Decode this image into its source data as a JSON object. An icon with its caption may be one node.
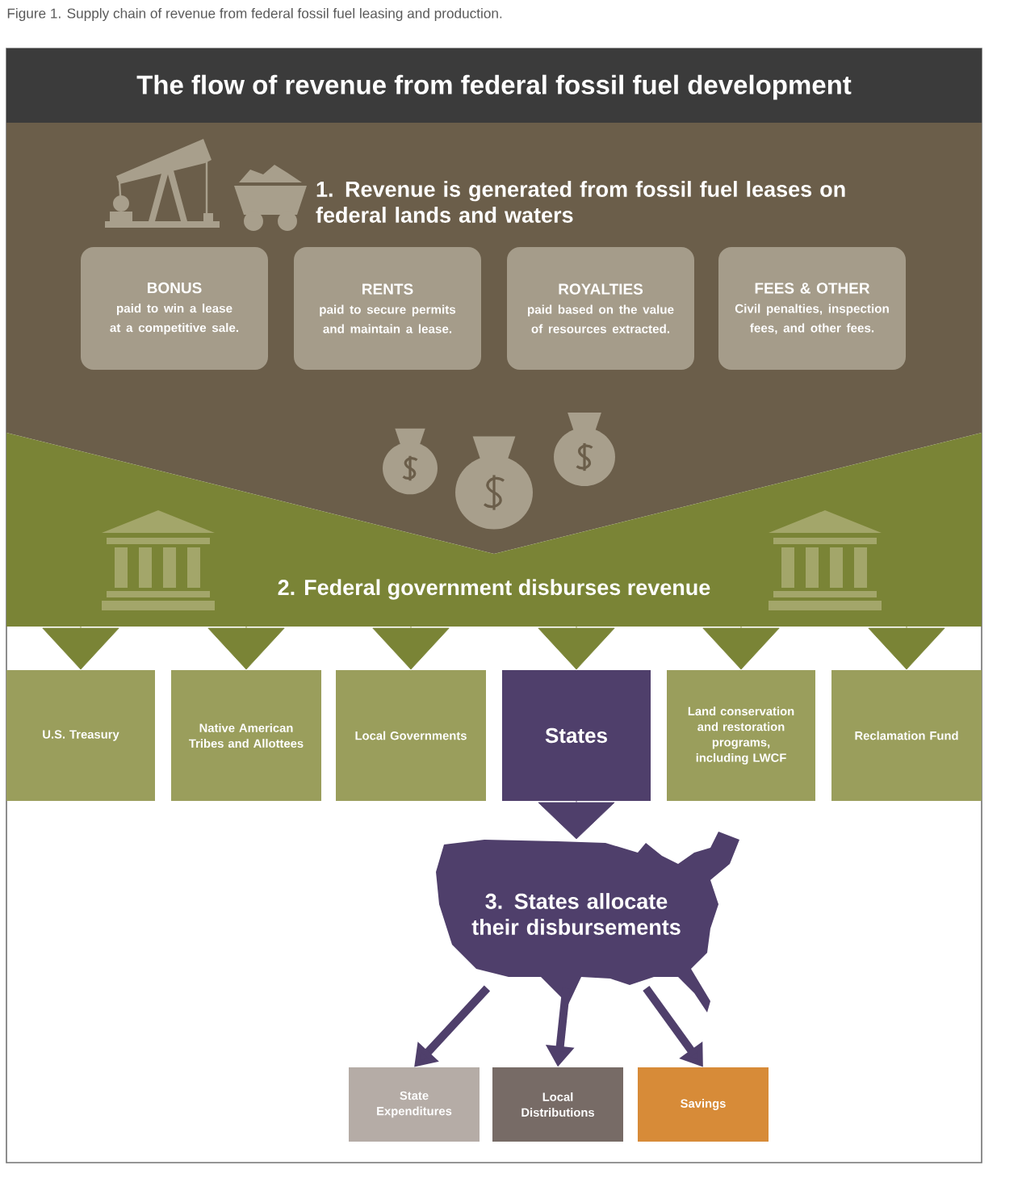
{
  "diagram": {
    "title": "The flow of revenue from federal fossil fuel development",
    "caption": "Figure 1. Supply chain of revenue from federal fossil fuel leasing and production.",
    "nodes": [
      {
        "text": [
          "1. Revenue is generated from fossil fuel leases on federal lands and waters"
        ]
      },
      {
        "text": [
          "BONUS",
          "paid to win a lease at a competitive sale."
        ],
        "in": 0
      },
      {
        "text": [
          "RENTS",
          "paid to secure permits and maintain a lease."
        ],
        "in": 0
      },
      {
        "text": [
          "ROYALTIES",
          "paid based on the value of resources extracted."
        ],
        "in": 0
      },
      {
        "text": [
          "FEES & OTHER",
          "Civil penalties, inspection fees, and other fees."
        ],
        "in": 0
      },
      {
        "text": [
          "2. Federal government disburses revenue"
        ]
      },
      {
        "text": [
          "U.S. Treasury"
        ]
      },
      {
        "text": [
          "Native American Tribes and Allottees"
        ]
      },
      {
        "text": [
          "Local Governments"
        ]
      },
      {
        "text": [
          "States"
        ]
      },
      {
        "text": [
          "Land conservation and restoration programs, including LWCF"
        ]
      },
      {
        "text": [
          "Reclamation Fund"
        ]
      },
      {
        "text": [
          "3. States allocate their disbursements"
        ]
      },
      {
        "text": [
          "State Expenditures"
        ]
      },
      {
        "text": [
          "Local Distributions"
        ]
      },
      {
        "text": [
          "Savings"
        ]
      }
    ],
    "edges": [
      {
        "from": 5,
        "to": 6,
        "arrow": "to"
      },
      {
        "from": 5,
        "to": 7,
        "arrow": "to"
      },
      {
        "from": 5,
        "to": 8,
        "arrow": "to"
      },
      {
        "from": 5,
        "to": 9,
        "arrow": "to"
      },
      {
        "from": 5,
        "to": 10,
        "arrow": "to"
      },
      {
        "from": 5,
        "to": 11,
        "arrow": "to"
      },
      {
        "from": 9,
        "to": 12,
        "arrow": "to",
        "color": "#4f3f6b"
      },
      {
        "from": 12,
        "to": 13,
        "arrow": "to",
        "style": "thick",
        "color": "#4f3f6b"
      },
      {
        "from": 12,
        "to": 14,
        "arrow": "to",
        "style": "thick",
        "color": "#4f3f6b"
      },
      {
        "from": 12,
        "to": 15,
        "arrow": "to",
        "style": "thick",
        "color": "#4f3f6b"
      }
    ]
  }
}
